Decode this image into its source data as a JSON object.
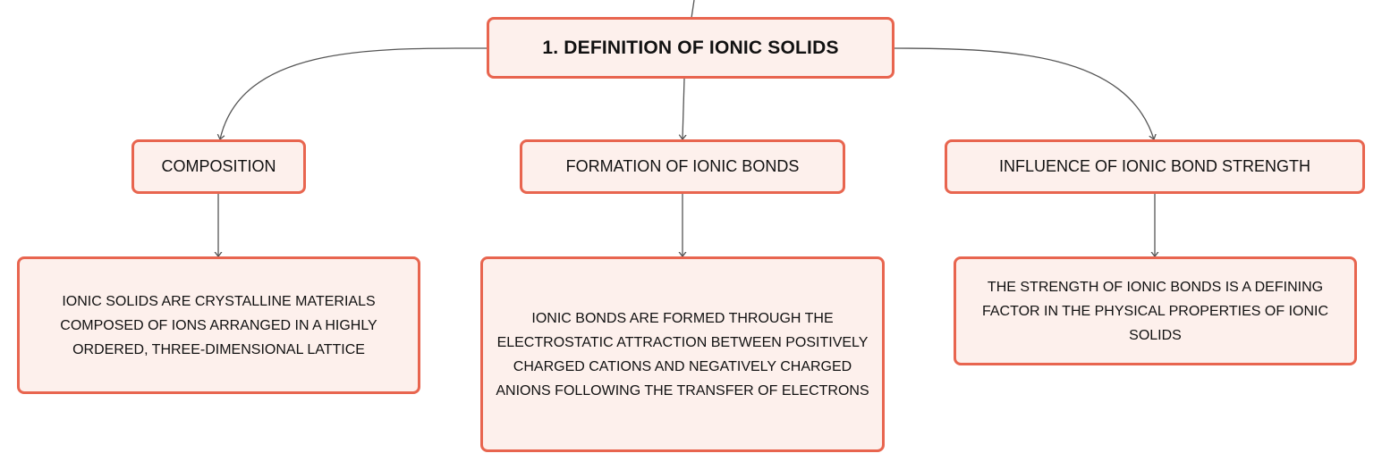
{
  "colors": {
    "node_fill": "#fdf0ec",
    "node_border": "#e8654f",
    "connector": "#555555",
    "text": "#111111"
  },
  "root": {
    "label": "1. DEFINITION OF IONIC SOLIDS"
  },
  "branches": [
    {
      "label": "COMPOSITION",
      "detail": "IONIC SOLIDS ARE CRYSTALLINE MATERIALS COMPOSED OF IONS ARRANGED IN A HIGHLY ORDERED, THREE-DIMENSIONAL LATTICE"
    },
    {
      "label": "FORMATION OF IONIC BONDS",
      "detail": "IONIC BONDS ARE FORMED THROUGH THE ELECTROSTATIC ATTRACTION BETWEEN POSITIVELY CHARGED CATIONS AND NEGATIVELY CHARGED ANIONS FOLLOWING THE TRANSFER OF ELECTRONS"
    },
    {
      "label": "INFLUENCE OF IONIC BOND STRENGTH",
      "detail": "THE STRENGTH OF IONIC BONDS IS A DEFINING FACTOR IN THE PHYSICAL PROPERTIES OF IONIC SOLIDS"
    }
  ]
}
